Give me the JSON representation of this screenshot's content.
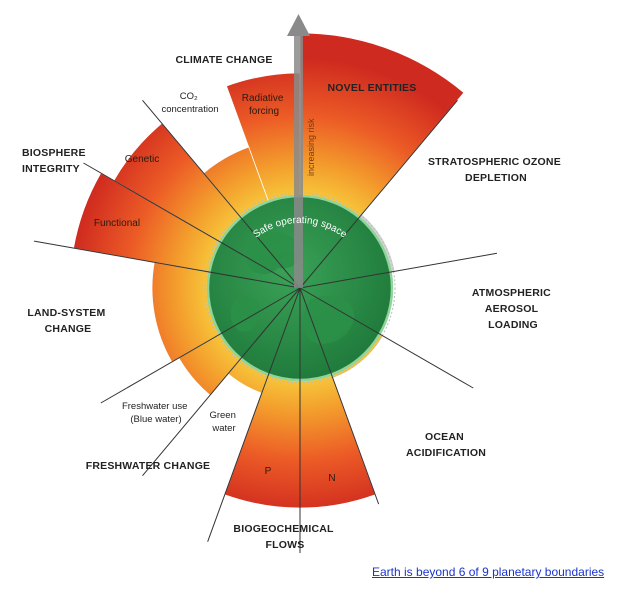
{
  "categories": {
    "climate_change": "CLIMATE CHANGE",
    "novel_entities": "NOVEL ENTITIES",
    "stratospheric_ozone": [
      "STRATOSPHERIC OZONE",
      "DEPLETION"
    ],
    "atmospheric_aerosol": [
      "ATMOSPHERIC",
      "AEROSOL",
      "LOADING"
    ],
    "ocean_acidification": [
      "OCEAN",
      "ACIDIFICATION"
    ],
    "biogeochemical_flows": [
      "BIOGEOCHEMICAL",
      "FLOWS"
    ],
    "freshwater_change": "FRESHWATER CHANGE",
    "land_system_change": [
      "LAND-SYSTEM",
      "CHANGE"
    ],
    "biosphere_integrity": [
      "BIOSPHERE",
      "INTEGRITY"
    ]
  },
  "sub_labels": {
    "co2_concentration": [
      "CO₂",
      "concentration"
    ],
    "radiative_forcing": [
      "Radiative",
      "forcing"
    ],
    "genetic": "Genetic",
    "functional": "Functional",
    "freshwater_blue": [
      "Freshwater use",
      "(Blue water)"
    ],
    "green_water": [
      "Green",
      "water"
    ],
    "phosphorus": "P",
    "nitrogen": "N"
  },
  "safe_operating_space": "Safe operating space",
  "increasing_risk": "increasing risk",
  "caption_link": "Earth is beyond 6 of 9 planetary boundaries",
  "colors": {
    "safe_green": "#2e8b45",
    "safe_ring": "#5fbf6e",
    "zone_yellow": "#f6b632",
    "zone_orange": "#ef6a2a",
    "zone_red": "#cf2a1f",
    "gray_unknown": "#cfcfcf",
    "arrow_gray": "#8a8a8a"
  }
}
